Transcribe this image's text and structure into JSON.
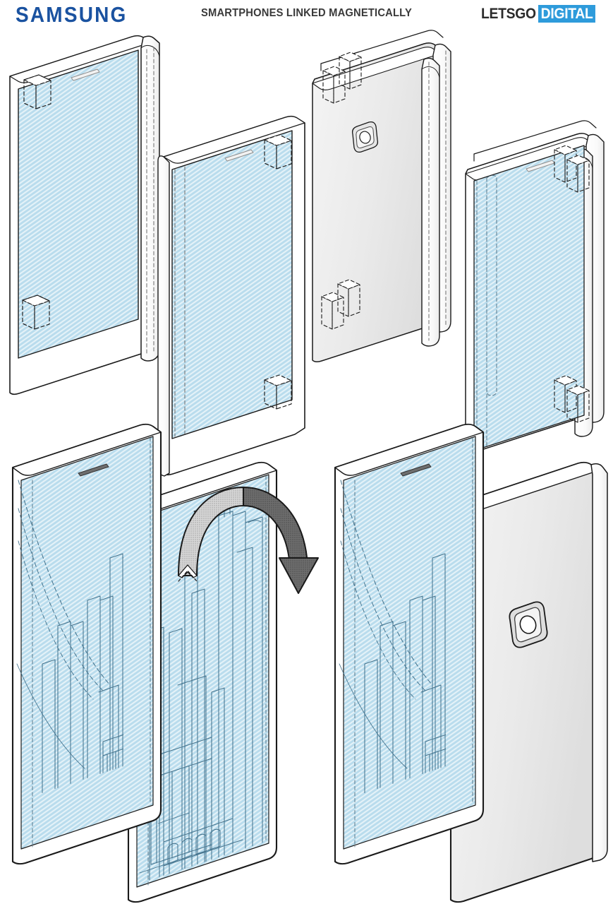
{
  "header": {
    "brand_logo_text": "SAMSUNG",
    "brand_logo_color": "#1a52a0",
    "banner_title": "SMARTPHONES LINKED MAGNETICALLY",
    "banner_title_color": "#3a3a3a",
    "publisher_left_text": "LETSGO",
    "publisher_right_text": "DIGITAL",
    "publisher_left_color": "#2b2b2b",
    "publisher_accent_color": "#2e9bdb",
    "publisher_right_text_color": "#ffffff"
  },
  "figure": {
    "type": "patent-line-drawing",
    "background_color": "#ffffff",
    "line_color": "#1a1a1a",
    "screen_fill_color": "#b9dced",
    "screen_hatch_color": "#ffffff",
    "back_panel_color": "#ededed",
    "hidden_line_style": "dashed",
    "arrow_light_color": "#c9c9c9",
    "arrow_dark_color": "#5e5e5e",
    "projection": "isometric",
    "panels": [
      {
        "id": "panel-top-left",
        "label": "phone-front-left",
        "view": "front",
        "screen": "blue-hatched",
        "features": [
          "earpiece-speaker-slot",
          "magnet-connector-top",
          "magnet-connector-bottom",
          "rounded-side-rail"
        ]
      },
      {
        "id": "panel-top-second",
        "label": "phone-front-second",
        "view": "front",
        "screen": "blue-hatched",
        "features": [
          "earpiece-speaker-slot",
          "magnet-connector-top",
          "magnet-connector-bottom",
          "rounded-side-rail"
        ]
      },
      {
        "id": "panel-top-third",
        "label": "phone-back-third",
        "view": "back",
        "screen": "gray-back-panel",
        "features": [
          "rear-camera-module",
          "magnet-connector-top-pair",
          "magnet-connector-bottom-pair",
          "double-side-rail"
        ]
      },
      {
        "id": "panel-top-fourth",
        "label": "phone-front-fourth",
        "view": "front",
        "screen": "blue-hatched",
        "features": [
          "earpiece-speaker-slot",
          "magnet-connector-top-pair",
          "magnet-connector-bottom-pair",
          "double-side-rail"
        ]
      },
      {
        "id": "panel-bottom-left",
        "label": "two-phones-linked-front-front",
        "view": "front+front",
        "screen": "blue-hatched-with-city-skyline",
        "features": [
          "earpiece-speaker-slot",
          "city-skyline-wallpaper-spanning-both-screens",
          "rotation-arrow"
        ]
      },
      {
        "id": "panel-bottom-right",
        "label": "two-phones-linked-front-back",
        "view": "front+back",
        "screen": "blue-hatched-and-gray-back",
        "features": [
          "earpiece-speaker-slot",
          "city-skyline-wallpaper",
          "rear-camera-module"
        ]
      }
    ],
    "annotations": [
      {
        "id": "rotation-arrow",
        "name": "flip-rotation-arrow",
        "description": "curved 180-degree flip arrow between the two linked phones",
        "direction": "left-to-right-over-the-top"
      }
    ]
  }
}
